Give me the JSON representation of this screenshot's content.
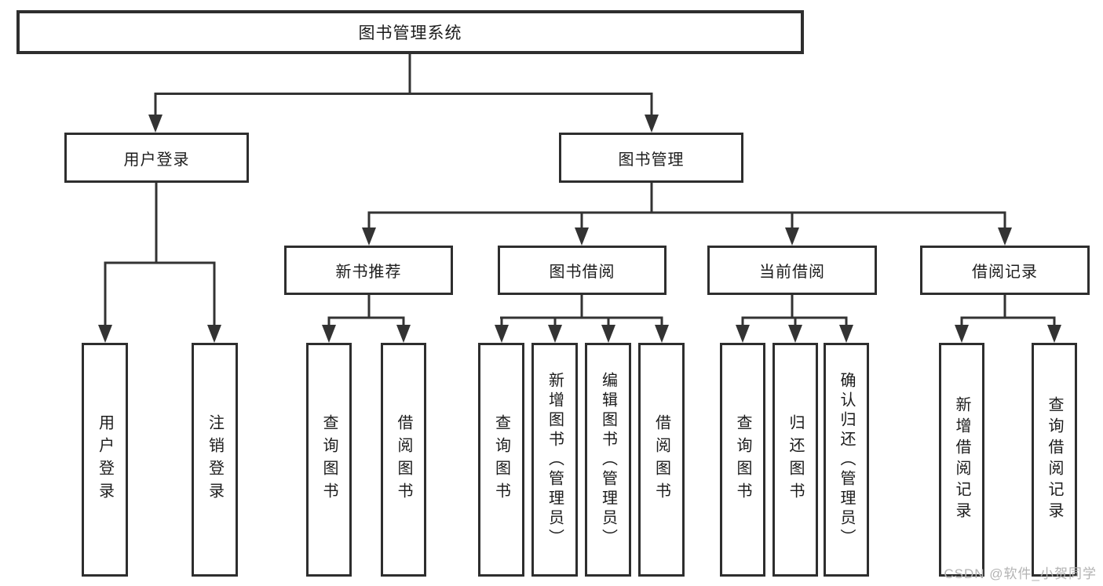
{
  "diagram": {
    "root": {
      "label": "图书管理系统"
    },
    "branches": [
      {
        "label": "用户登录",
        "children": [
          {
            "label": "用户登录"
          },
          {
            "label": "注销登录"
          }
        ]
      },
      {
        "label": "图书管理",
        "children": [
          {
            "label": "新书推荐",
            "children": [
              {
                "label": "查询图书"
              },
              {
                "label": "借阅图书"
              }
            ]
          },
          {
            "label": "图书借阅",
            "children": [
              {
                "label": "查询图书"
              },
              {
                "label": "新增图书（管理员）"
              },
              {
                "label": "编辑图书（管理员）"
              },
              {
                "label": "借阅图书"
              }
            ]
          },
          {
            "label": "当前借阅",
            "children": [
              {
                "label": "查询图书"
              },
              {
                "label": "归还图书"
              },
              {
                "label": "确认归还（管理员）"
              }
            ]
          },
          {
            "label": "借阅记录",
            "children": [
              {
                "label": "新增借阅记录"
              },
              {
                "label": "查询借阅记录"
              }
            ]
          }
        ]
      }
    ]
  },
  "watermark": "CSDN @软件_小贺同学",
  "colors": {
    "line": "#333333",
    "box_border": "#2e2e2e",
    "text": "#1c1c1c",
    "background": "#ffffff",
    "watermark": "#b3b3b3"
  }
}
